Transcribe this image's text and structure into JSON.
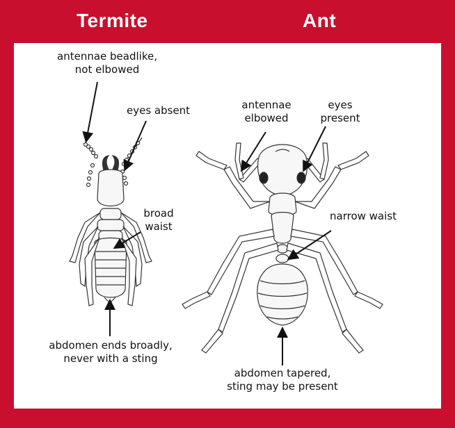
{
  "headers": {
    "termite": "Termite",
    "ant": "Ant"
  },
  "termite_labels": {
    "antennae_line1": "antennae beadlike,",
    "antennae_line2": "not elbowed",
    "eyes": "eyes absent",
    "waist_line1": "broad",
    "waist_line2": "waist",
    "abdomen_line1": "abdomen ends broadly,",
    "abdomen_line2": "never with a sting"
  },
  "ant_labels": {
    "antennae_line1": "antennae",
    "antennae_line2": "elbowed",
    "eyes_line1": "eyes",
    "eyes_line2": "present",
    "waist": "narrow waist",
    "abdomen_line1": "abdomen tapered,",
    "abdomen_line2": "sting may be present"
  },
  "colors": {
    "frame": "#c8102e",
    "panel": "#ffffff",
    "ink": "#111111",
    "body_fill": "#f7f7f7"
  }
}
